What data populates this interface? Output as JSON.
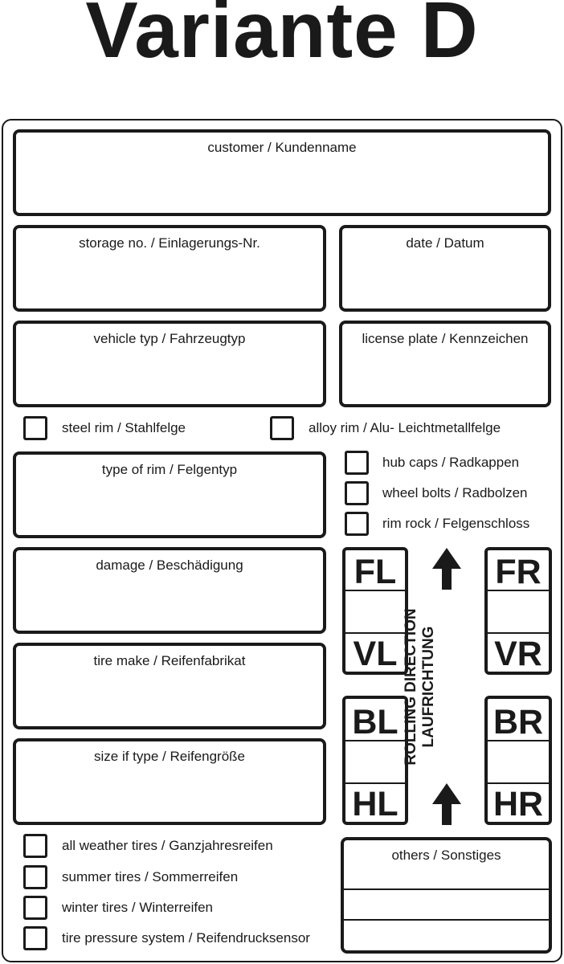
{
  "title": "Variante D",
  "fields": {
    "customer": "customer / Kundenname",
    "storage": "storage no. / Einlagerungs-Nr.",
    "date": "date / Datum",
    "vehicle": "vehicle typ / Fahrzeugtyp",
    "license": "license plate / Kennzeichen",
    "rim_type": "type of rim / Felgentyp",
    "damage": "damage / Beschädigung",
    "tire_make": "tire make / Reifenfabrikat",
    "size": "size if  type / Reifengröße",
    "others": "others / Sonstiges"
  },
  "rim_options": {
    "steel": "steel rim / Stahlfelge",
    "alloy": "alloy rim / Alu- Leichtmetallfelge"
  },
  "accessories": {
    "hub_caps": "hub caps / Radkappen",
    "wheel_bolts": "wheel bolts / Radbolzen",
    "rim_rock": "rim rock / Felgenschloss"
  },
  "tire_types": {
    "all_weather": "all weather tires / Ganzjahresreifen",
    "summer": "summer tires / Sommerreifen",
    "winter": "winter tires / Winterreifen",
    "tpms": "tire pressure system / Reifendrucksensor"
  },
  "wheels": {
    "fl": "FL",
    "vl": "VL",
    "fr": "FR",
    "vr": "VR",
    "bl": "BL",
    "hl": "HL",
    "br": "BR",
    "hr": "HR"
  },
  "rolling_direction": {
    "en": "ROLLING DIRECTION",
    "de": "LAUFRICHTUNG"
  }
}
